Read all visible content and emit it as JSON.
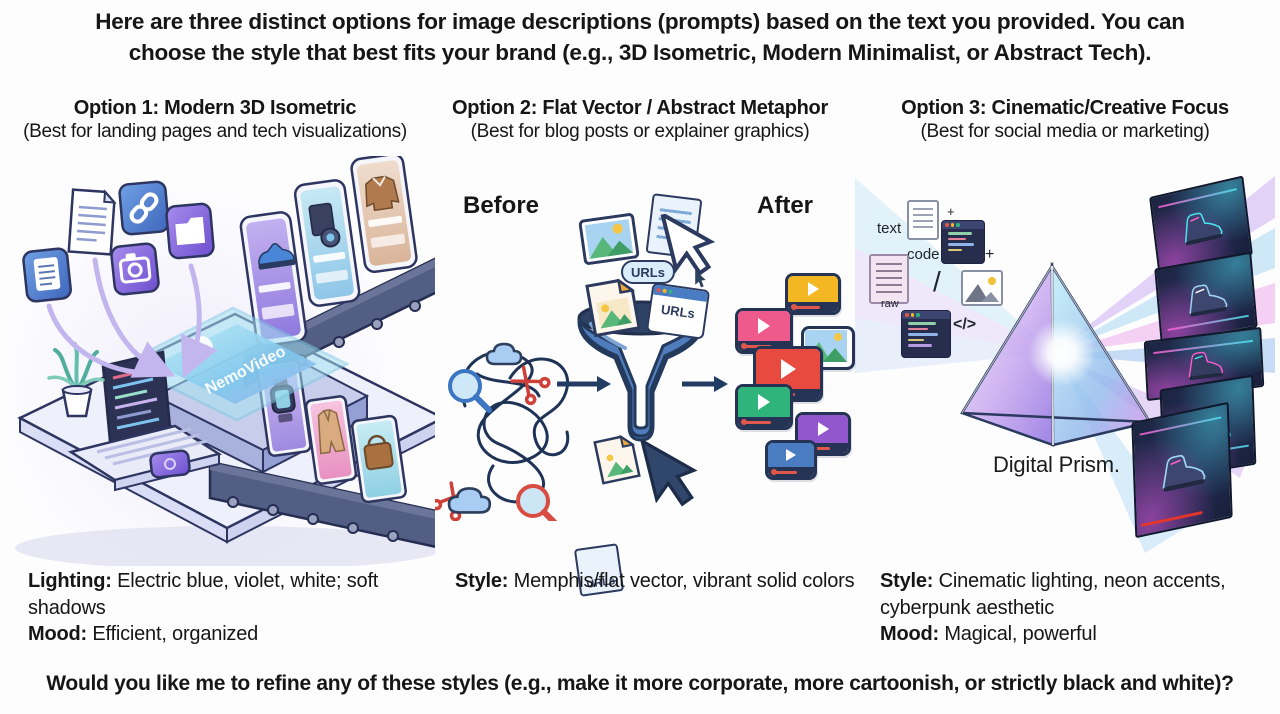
{
  "header": {
    "line1": "Here are three distinct options for image descriptions (prompts) based on the text you provided. You can",
    "line2": "choose the style that best fits your brand (e.g., 3D Isometric, Modern Minimalist, or Abstract Tech)."
  },
  "footer": {
    "text": "Would you like me to refine any of these styles (e.g., make it more corporate, more cartoonish, or strictly black and white)?"
  },
  "columns": [
    {
      "title": "Option 1: Modern 3D Isometric",
      "subtitle": "(Best for landing pages and tech visualizations)",
      "caption": [
        {
          "label": "Lighting:",
          "text": " Electric blue, violet, white; soft shadows"
        },
        {
          "label": "Mood:",
          "text": " Efficient, organized"
        }
      ],
      "illustration": {
        "brand": "NemoVideo"
      }
    },
    {
      "title": "Option 2: Flat Vector / Abstract Metaphor",
      "subtitle": "(Best for blog posts or explainer graphics)",
      "caption": [
        {
          "label": "Style:",
          "text": " Memphis/flat vector, vibrant solid colors"
        }
      ],
      "illustration": {
        "before_label": "Before",
        "after_label": "After",
        "url_pill": "URLs",
        "url_window": "URLs",
        "url_doc": "URLs",
        "after_cards": [
          {
            "name": "yellow",
            "color": "#F2B723"
          },
          {
            "name": "pink",
            "color": "#EF5A8C"
          },
          {
            "name": "red",
            "color": "#E84A3F"
          },
          {
            "name": "green",
            "color": "#2FB57C"
          },
          {
            "name": "purple",
            "color": "#9257CC"
          },
          {
            "name": "blue",
            "color": "#4A7CC2"
          }
        ]
      }
    },
    {
      "title": "Option 3: Cinematic/Creative Focus",
      "subtitle": "(Best for social media or marketing)",
      "caption": [
        {
          "label": "Style:",
          "text": " Cinematic lighting, neon accents, cyberpunk aesthetic"
        },
        {
          "label": "Mood:",
          "text": " Magical, powerful"
        }
      ],
      "illustration": {
        "labels": {
          "text": "text",
          "code": "code",
          "raw": "raw",
          "slash": "/",
          "plus": "+",
          "code_tag": "</>"
        },
        "caption": "Digital Prism."
      }
    }
  ],
  "colors": {
    "outline_navy": "#2B3A5E",
    "funnel_blue": "#4F7CBA",
    "accent_purple": "#8B6FE0",
    "accent_blue": "#4C7FD0",
    "glass_cyan": "#9FDCEF",
    "neon_magenta": "#E052D8",
    "neon_cyan": "#47E0E8",
    "scribble_red": "#CF4038"
  }
}
